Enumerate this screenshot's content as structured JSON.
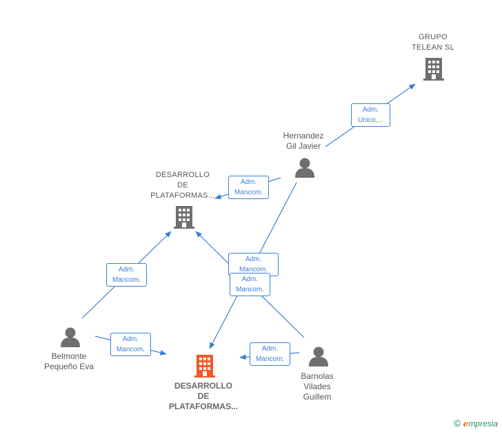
{
  "nodes": {
    "grupo_telean": {
      "label": "GRUPO\nTELEAN  SL",
      "type": "company"
    },
    "hernandez": {
      "label": "Hernandez\nGil Javier",
      "type": "person"
    },
    "desarrollo_top": {
      "label": "DESARROLLO\nDE\nPLATAFORMAS...",
      "type": "company"
    },
    "belmonte": {
      "label": "Belmonte\nPequeño Eva",
      "type": "person"
    },
    "desarrollo_main": {
      "label": "DESARROLLO\nDE\nPLATAFORMAS...",
      "type": "company-main"
    },
    "barnolas": {
      "label": "Barnolas\nVilades\nGuillem",
      "type": "person"
    }
  },
  "edges": {
    "hernandez_grupo": "Adm.\nUnico,...",
    "hernandez_desarrollo_top": "Adm.\nMancom.",
    "barnolas_desarrollo_top": "Adm.\nMancom.",
    "hernandez_desarrollo_main": "Adm.\nMancom.",
    "belmonte_desarrollo_top": "Adm.\nMancom.",
    "belmonte_desarrollo_main": "Adm.\nMancom.",
    "barnolas_desarrollo_main": "Adm.\nMancom."
  },
  "colors": {
    "edge": "#3a7fd5",
    "icon": "#6f6f6f",
    "main_icon": "#f05a28"
  },
  "brand": {
    "copyright": "©",
    "e": "ℯ",
    "rest": "mpresia"
  }
}
